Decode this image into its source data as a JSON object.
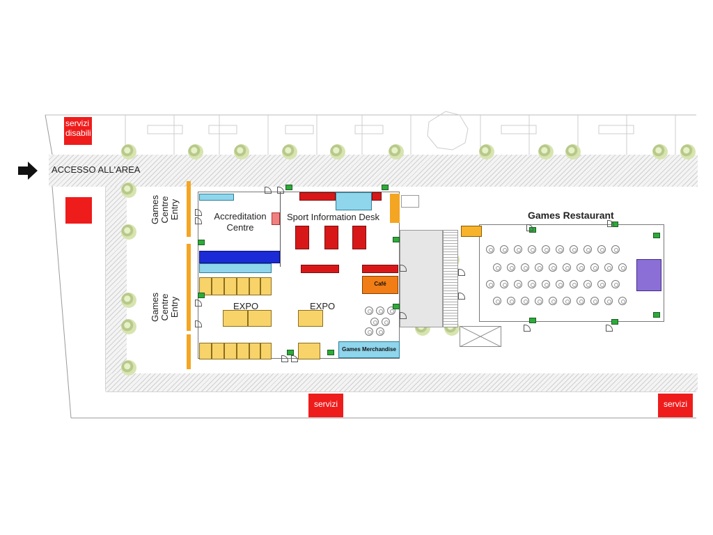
{
  "access": {
    "label": "ACCESSO ALL'AREA"
  },
  "restrooms": {
    "disabled": "servizi\ndisabili",
    "middle": "servizi",
    "right": "servizi"
  },
  "entries": {
    "top": "Games\nCentre\nEntry",
    "bottom": "Games\nCentre\nEntry"
  },
  "areas": {
    "accreditation": "Accreditation\nCentre",
    "sport_info": "Sport Information Desk",
    "expo_left": "EXPO",
    "expo_right": "EXPO",
    "cafe": "Café",
    "merchandise": "Games Merchandise",
    "restaurant": "Games Restaurant"
  },
  "colors": {
    "restroom": "#ef1c1c",
    "expo": "#f7d36a",
    "sport_info": "#d81818",
    "accreditation_desk": "#8fd5ec",
    "accreditation_wall": "#1b2bd6",
    "cafe": "#f07d16",
    "merchandise": "#8fd5ec",
    "restaurant_stage": "#8b6fd6",
    "entrance_frame": "#f4a522"
  },
  "icons": [
    "arrow-right-icon",
    "tree-icon",
    "door-icon",
    "exit-sign-icon",
    "table-icon"
  ]
}
